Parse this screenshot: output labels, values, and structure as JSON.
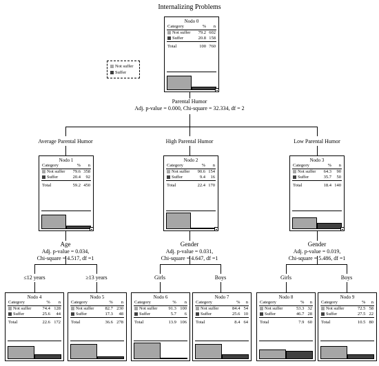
{
  "title": "Internalizing Problems",
  "legend": {
    "a": "Not suffer",
    "b": "Suffer"
  },
  "root_split": {
    "var": "Parental Humor",
    "stat": "Adj. p-value = 0.000, Chi-square = 32.334, df = 2"
  },
  "branch_labels": {
    "avg": "Average Parental Humor",
    "high": "High Parental Humor",
    "low": "Low Parental Humor",
    "le12": "≤12 years",
    "ge13": "≥13 years",
    "girls1": "Girls",
    "boys1": "Boys",
    "girls2": "Girls",
    "boys2": "Boys"
  },
  "splits": {
    "n1": {
      "var": "Age",
      "stat1": "Adj. p-value = 0.034,",
      "stat2": "Chi-square = 4.517, df =1"
    },
    "n2": {
      "var": "Gender",
      "stat1": "Adj. p-value = 0.031,",
      "stat2": "Chi-square = 4.647, df =1"
    },
    "n3": {
      "var": "Gender",
      "stat1": "Adj. p-value = 0.019,",
      "stat2": "Chi-square = 5.486, df =1"
    }
  },
  "cols": {
    "cat": "Category",
    "pct": "%",
    "n": "n"
  },
  "total_label": "Total",
  "nodes": {
    "n0": {
      "title": "Nodo 0",
      "a_label": "Not suffer",
      "a_pct": "79.2",
      "a_n": "602",
      "b_label": "Suffer",
      "b_pct": "20.8",
      "b_n": "158",
      "t_pct": "100",
      "t_n": "760",
      "a_frac": 0.792,
      "b_frac": 0.208
    },
    "n1": {
      "title": "Nodo 1",
      "a_label": "Not suffer",
      "a_pct": "79.6",
      "a_n": "358",
      "b_label": "Suffer",
      "b_pct": "20.4",
      "b_n": "92",
      "t_pct": "59.2",
      "t_n": "450",
      "a_frac": 0.796,
      "b_frac": 0.204
    },
    "n2": {
      "title": "Nodo 2",
      "a_label": "Not suffer",
      "a_pct": "90.6",
      "a_n": "154",
      "b_label": "Suffer",
      "b_pct": "9.4",
      "b_n": "16",
      "t_pct": "22.4",
      "t_n": "170",
      "a_frac": 0.906,
      "b_frac": 0.094
    },
    "n3": {
      "title": "Nodo 3",
      "a_label": "Not suffer",
      "a_pct": "64.3",
      "a_n": "90",
      "b_label": "Suffer",
      "b_pct": "35.7",
      "b_n": "50",
      "t_pct": "18.4",
      "t_n": "140",
      "a_frac": 0.643,
      "b_frac": 0.357
    },
    "n4": {
      "title": "Nodo 4",
      "a_label": "Not suffer",
      "a_pct": "74.4",
      "a_n": "128",
      "b_label": "Suffer",
      "b_pct": "25.6",
      "b_n": "44",
      "t_pct": "22.6",
      "t_n": "172",
      "a_frac": 0.744,
      "b_frac": 0.256
    },
    "n5": {
      "title": "Nodo 5",
      "a_label": "Not suffer",
      "a_pct": "82.7",
      "a_n": "230",
      "b_label": "Suffer",
      "b_pct": "17.3",
      "b_n": "48",
      "t_pct": "36.6",
      "t_n": "278",
      "a_frac": 0.827,
      "b_frac": 0.173
    },
    "n6": {
      "title": "Nodo 6",
      "a_label": "Not suffer",
      "a_pct": "91.3",
      "a_n": "100",
      "b_label": "Suffer",
      "b_pct": "5.7",
      "b_n": "6",
      "t_pct": "13.9",
      "t_n": "106",
      "a_frac": 0.913,
      "b_frac": 0.057
    },
    "n7": {
      "title": "Nodo 7",
      "a_label": "Not suffer",
      "a_pct": "84.4",
      "a_n": "54",
      "b_label": "Suffer",
      "b_pct": "25.6",
      "b_n": "10",
      "t_pct": "8.4",
      "t_n": "64",
      "a_frac": 0.844,
      "b_frac": 0.256
    },
    "n8": {
      "title": "Nodo 8",
      "a_label": "Not suffer",
      "a_pct": "53.3",
      "a_n": "32",
      "b_label": "Suffer",
      "b_pct": "46.7",
      "b_n": "28",
      "t_pct": "7.9",
      "t_n": "60",
      "a_frac": 0.533,
      "b_frac": 0.467
    },
    "n9": {
      "title": "Nodo 9",
      "a_label": "Not suffer",
      "a_pct": "72.5",
      "a_n": "58",
      "b_label": "Suffer",
      "b_pct": "27.5",
      "b_n": "22",
      "t_pct": "10.5",
      "t_n": "80",
      "a_frac": 0.725,
      "b_frac": 0.275
    }
  },
  "colors": {
    "not_suffer": "#a6a6a6",
    "suffer": "#404040"
  }
}
